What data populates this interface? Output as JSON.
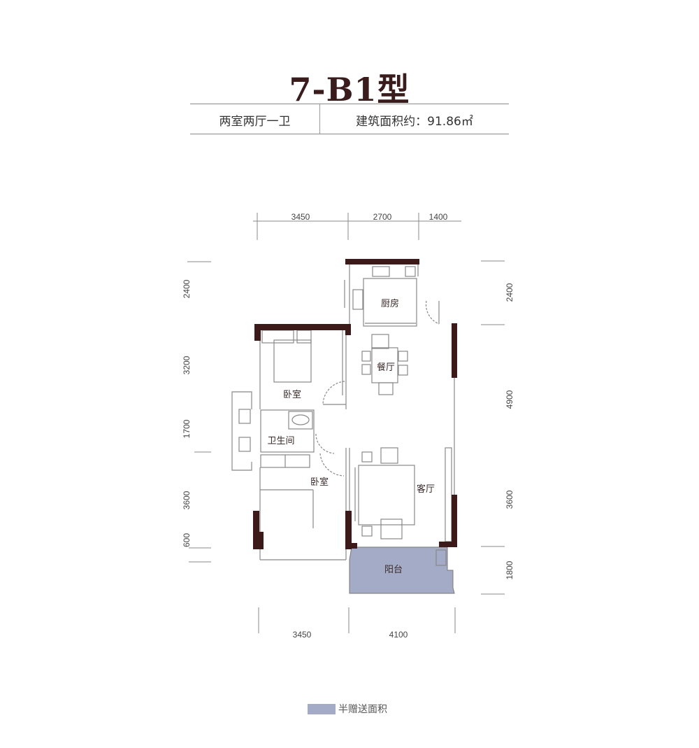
{
  "header": {
    "title": "7-B1型",
    "layout": "两室两厅一卫",
    "area_label": "建筑面积约：91.86㎡"
  },
  "colors": {
    "wall": "#3d1a1a",
    "title": "#3a1c1c",
    "balcony_fill": "#a4abc6",
    "line": "#8a8a8a"
  },
  "dimensions": {
    "top": [
      "3450",
      "2700",
      "1400"
    ],
    "bottom": [
      "3450",
      "4100"
    ],
    "left": [
      "2400",
      "3200",
      "1700",
      "3600",
      "600"
    ],
    "right": [
      "2400",
      "4900",
      "3600",
      "1800"
    ]
  },
  "rooms": {
    "kitchen": "厨房",
    "dining": "餐厅",
    "bedroom1": "卧室",
    "bathroom": "卫生间",
    "bedroom2": "卧室",
    "living": "客厅",
    "balcony": "阳台"
  },
  "legend": {
    "label": "半赠送面积"
  }
}
